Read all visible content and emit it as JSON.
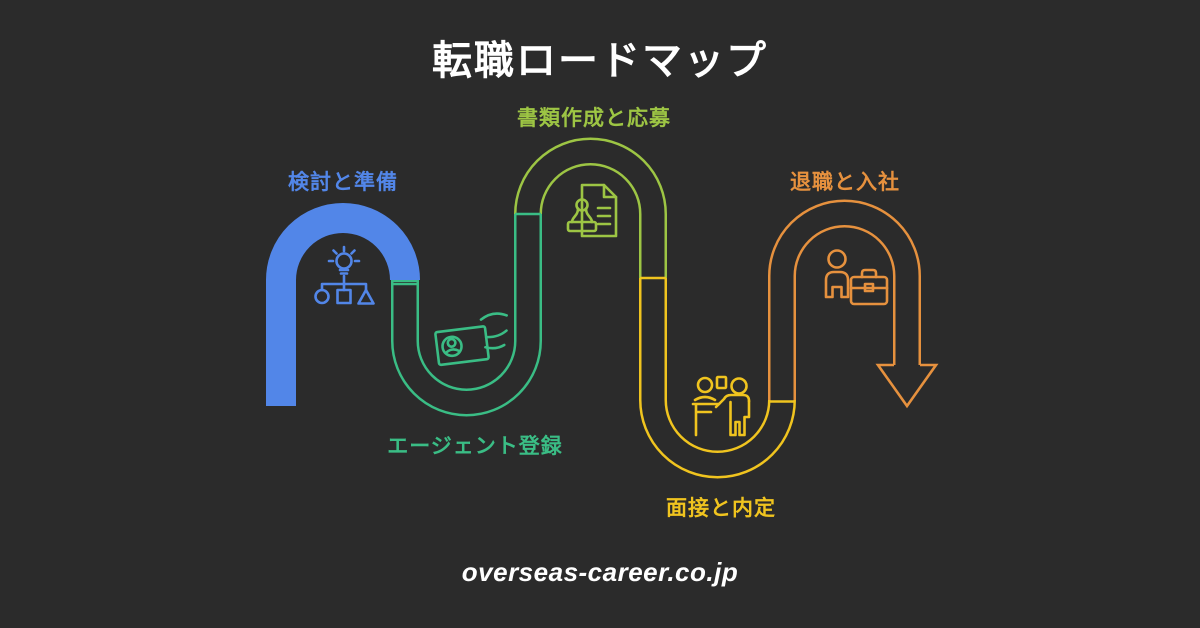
{
  "title": "転職ロードマップ",
  "footer": "overseas-career.co.jp",
  "colors": {
    "background": "#2b2b2b",
    "title_text": "#ffffff",
    "footer_text": "#ffffff"
  },
  "stages": [
    {
      "label": "検討と準備",
      "color": "#5286e8",
      "icon": "idea-options-icon",
      "road_style": "solid-filled"
    },
    {
      "label": "エージェント登録",
      "color": "#3abd85",
      "icon": "id-card-hand-icon",
      "road_style": "outline"
    },
    {
      "label": "書類作成と応募",
      "color": "#9dc544",
      "icon": "document-stamp-icon",
      "road_style": "outline"
    },
    {
      "label": "面接と内定",
      "color": "#f0c41f",
      "icon": "interview-icon",
      "road_style": "outline"
    },
    {
      "label": "退職と入社",
      "color": "#e6913e",
      "icon": "person-briefcase-icon",
      "road_style": "outline-arrow-end"
    }
  ]
}
